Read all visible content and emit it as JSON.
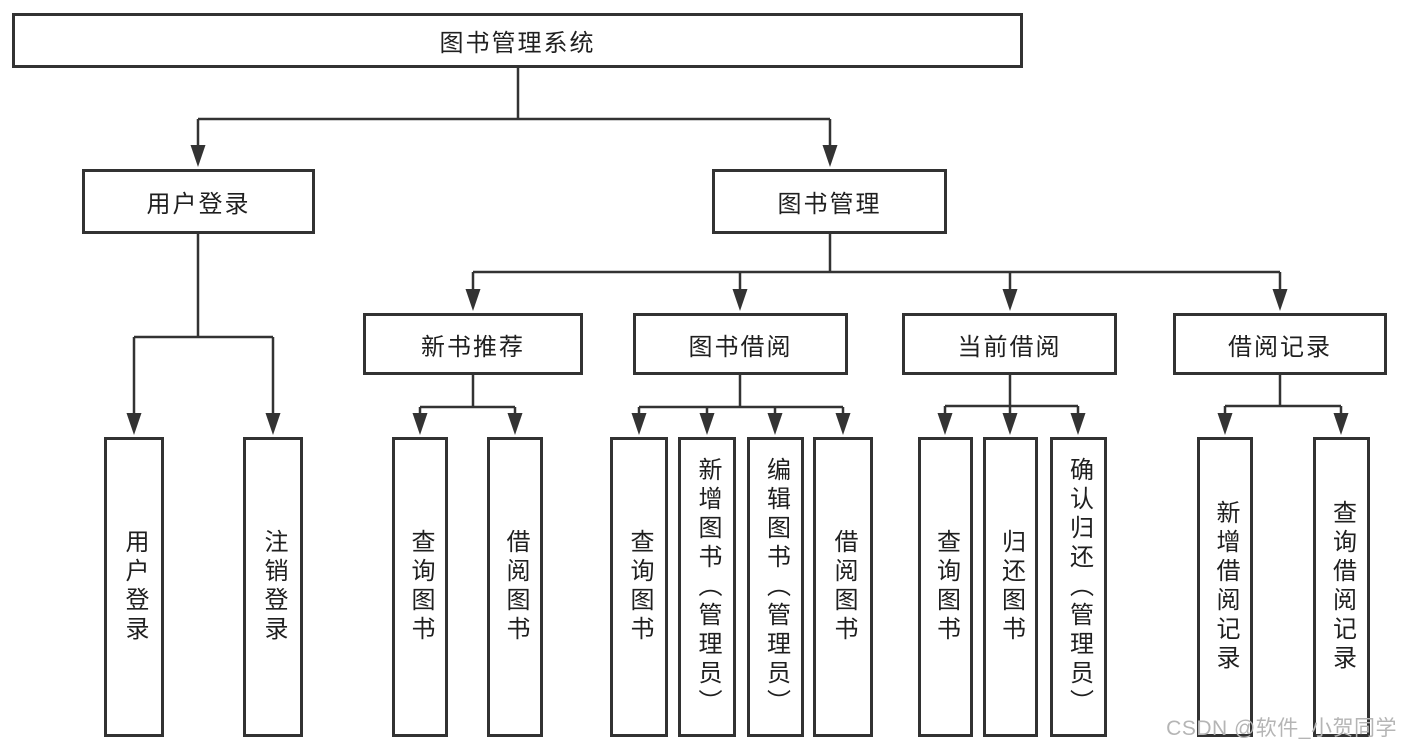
{
  "watermark": "CSDN @软件_小贺同学",
  "colors": {
    "line": "#333333",
    "box_border": "#323232",
    "box_fill": "#ffffff",
    "text": "#1f1f1f",
    "watermark": "#b5b5b5"
  },
  "tree": {
    "label": "图书管理系统",
    "children": [
      {
        "label": "用户登录",
        "children": [
          {
            "label": "用户登录"
          },
          {
            "label": "注销登录"
          }
        ]
      },
      {
        "label": "图书管理",
        "children": [
          {
            "label": "新书推荐",
            "children": [
              {
                "label": "查询图书"
              },
              {
                "label": "借阅图书"
              }
            ]
          },
          {
            "label": "图书借阅",
            "children": [
              {
                "label": "查询图书"
              },
              {
                "label": "新增图书（管理员）"
              },
              {
                "label": "编辑图书（管理员）"
              },
              {
                "label": "借阅图书"
              }
            ]
          },
          {
            "label": "当前借阅",
            "children": [
              {
                "label": "查询图书"
              },
              {
                "label": "归还图书"
              },
              {
                "label": "确认归还（管理员）"
              }
            ]
          },
          {
            "label": "借阅记录",
            "children": [
              {
                "label": "新增借阅记录"
              },
              {
                "label": "查询借阅记录"
              }
            ]
          }
        ]
      }
    ]
  }
}
